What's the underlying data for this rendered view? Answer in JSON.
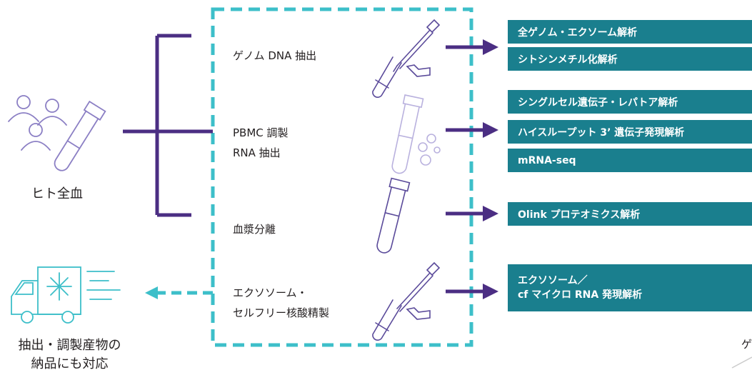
{
  "source": {
    "label": "ヒト全血"
  },
  "steps": [
    {
      "label": "ゲノム DNA 抽出"
    },
    {
      "line1": "PBMC 調製",
      "line2": "RNA 抽出"
    },
    {
      "label": "血漿分離"
    },
    {
      "line1": "エクソソーム・",
      "line2": "セルフリー核酸精製"
    }
  ],
  "analyses": [
    "全ゲノム・エクソーム解析",
    "シトシンメチル化解析",
    "シングルセル遺伝子・レパトア解析",
    "ハイスループット 3’ 遺伝子発現解析",
    "mRNA-seq",
    "Olink プロテオミクス解析"
  ],
  "exosome_analysis": {
    "line1": "エクソソーム／",
    "line2": "cf マイクロ RNA 発現解析"
  },
  "delivery": {
    "line1": "抽出・調製産物の",
    "line2": "納品にも対応"
  },
  "edge_text": "ゲ",
  "colors": {
    "purple": "#4b2e83",
    "teal": "#1a7f8e",
    "dash": "#3dbfc9",
    "icon": "#8b7fc4"
  }
}
